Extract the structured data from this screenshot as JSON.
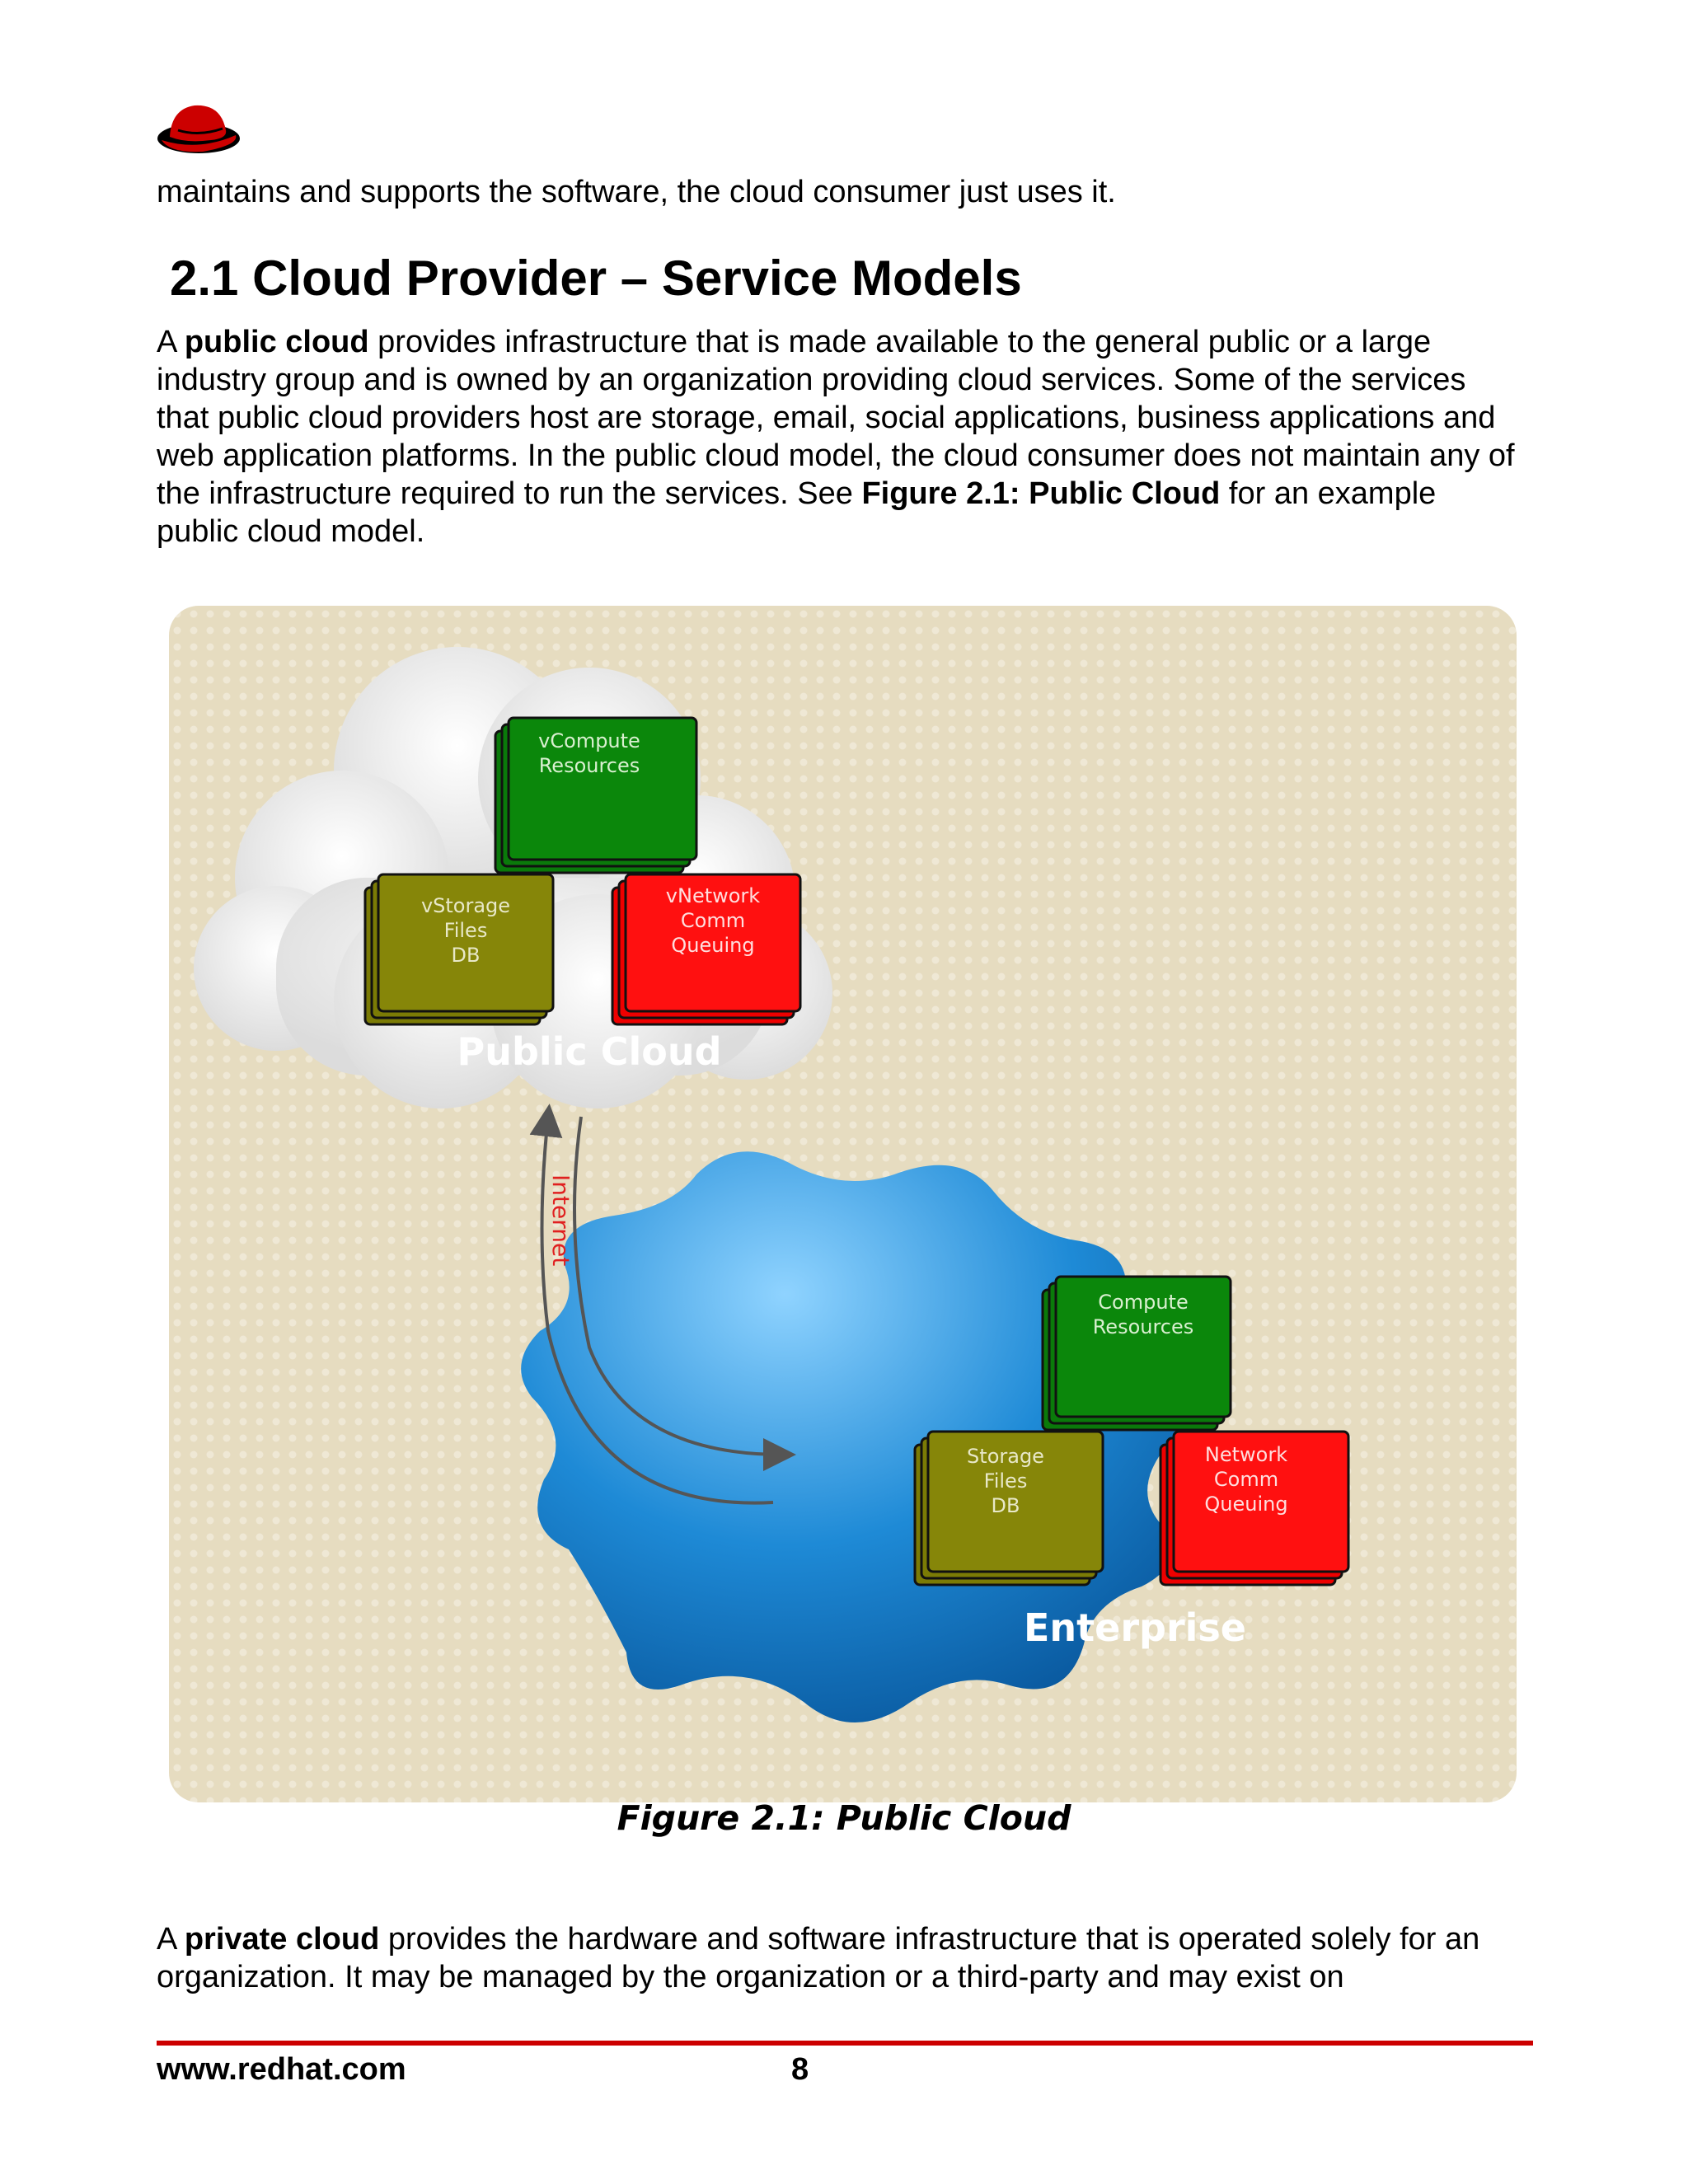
{
  "intro_line": "maintains and supports the software, the cloud consumer just uses it.",
  "heading": "2.1 Cloud Provider – Service Models",
  "para1": {
    "a": "A ",
    "b1": "public cloud",
    "t1": " provides infrastructure that is made available to the general public or a large industry group and is owned by an organization providing cloud services. Some of the services that public cloud providers host are storage, email, social applications, business applications and web application platforms. In the public cloud model, the cloud consumer does not maintain any of the infrastructure required to run the services. See ",
    "b2": "Figure 2.1: Public Cloud",
    "t2": "  for an example public cloud model."
  },
  "figure": {
    "public_cloud_label": "Public Cloud",
    "enterprise_label": "Enterprise",
    "internet_label": "Internet",
    "public_boxes": {
      "compute": [
        "vCompute",
        "Resources"
      ],
      "storage": [
        "vStorage",
        "Files",
        "DB"
      ],
      "network": [
        "vNetwork",
        "Comm",
        "Queuing"
      ]
    },
    "enterprise_boxes": {
      "compute": [
        "Compute",
        "Resources"
      ],
      "storage": [
        "Storage",
        "Files",
        "DB"
      ],
      "network": [
        "Network",
        "Comm",
        "Queuing"
      ]
    },
    "colors": {
      "compute": "#0a7a0a",
      "storage": "#7b7b05",
      "network": "#ff0000",
      "enterprise": "#1e8ad6",
      "background": "#e6dcc0"
    }
  },
  "caption": "Figure 2.1: Public Cloud",
  "para2": {
    "a": "A ",
    "b1": "private cloud",
    "t1": " provides the hardware and software infrastructure that is operated solely for an organization. It may be managed by the organization or a third-party and may exist on"
  },
  "footer": {
    "url": "www.redhat.com",
    "page": "8"
  }
}
